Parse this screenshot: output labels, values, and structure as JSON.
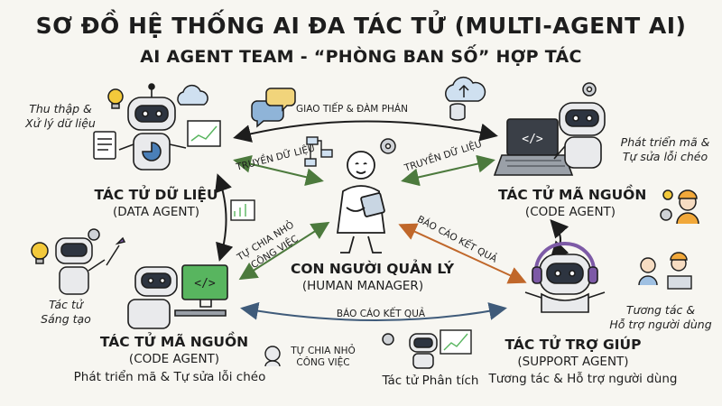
{
  "header": {
    "title": "SƠ ĐỒ HỆ THỐNG AI ĐA TÁC TỬ (MULTI-AGENT AI)",
    "subtitle": "AI AGENT TEAM - “PHÒNG BAN SỐ” HỢP TÁC"
  },
  "center": {
    "name": "CON NGƯỜI QUẢN LÝ",
    "sub": "(HUMAN MANAGER)"
  },
  "agents": {
    "data": {
      "name": "TÁC TỬ DỮ LIỆU",
      "sub": "(DATA AGENT)",
      "note": [
        "Thu thập &",
        "Xử lý dữ liệu"
      ]
    },
    "code_right": {
      "name": "TÁC TỬ MÃ NGUỒN",
      "sub": "(CODE AGENT)",
      "note": [
        "Phát triển mã &",
        "Tự sửa lỗi chéo"
      ]
    },
    "code_left": {
      "name": "TÁC TỬ MÃ NGUỒN",
      "sub": "(CODE AGENT)",
      "desc": "Phát triển mã & Tự sửa lỗi chéo"
    },
    "support": {
      "name": "TÁC TỬ TRỢ GIÚP",
      "sub": "(SUPPORT AGENT)",
      "desc": "Tương tác & Hỗ trợ người dùng",
      "note": [
        "Tương tác &",
        "Hỗ trợ người dùng"
      ]
    },
    "creative": {
      "note": [
        "Tác tử",
        "Sáng tạo"
      ]
    },
    "analysis": {
      "label": "Tác tử Phân tích"
    }
  },
  "edges": {
    "negotiate": "GIAO TIẾP & ĐÀM PHÁN",
    "transfer_left": "TRUYỀN DỮ LIỆU",
    "transfer_right": "TRUYỀN DỮ LIỆU",
    "split_work": [
      "TỰ CHIA NHỎ",
      "CÔNG VIỆC"
    ],
    "report_right": "BÁO CÁO KẾT QUẢ",
    "report_bottom": "BÁO CÁO KẾT QUẢ",
    "split_bottom": [
      "TỰ CHIA NHỎ",
      "CÔNG VIỆC"
    ]
  },
  "colors": {
    "ink": "#1d1d1d",
    "arrow_blue": "#3f5b7a",
    "arrow_green": "#4c7a3d",
    "arrow_orange": "#c0672a",
    "robot_body": "#e9eaec",
    "screen_green": "#58b55f",
    "headset_purple": "#7d5aa6",
    "bulb_yellow": "#f3c93b"
  }
}
